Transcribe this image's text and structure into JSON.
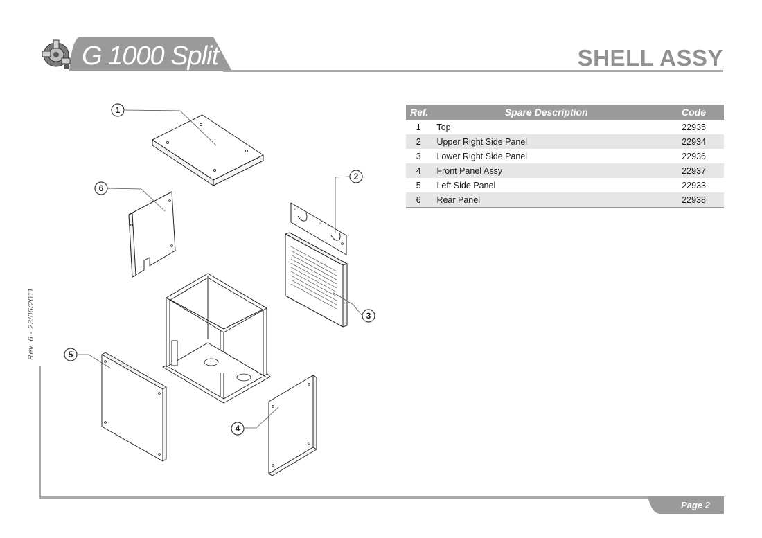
{
  "header": {
    "model": "G 1000 Split",
    "section": "SHELL ASSY"
  },
  "revision": "Rev. 6 - 23/06/2011",
  "table": {
    "headers": {
      "ref": "Ref.",
      "description": "Spare Description",
      "code": "Code"
    },
    "rows": [
      {
        "ref": "1",
        "description": "Top",
        "code": "22935"
      },
      {
        "ref": "2",
        "description": "Upper Right Side Panel",
        "code": "22934"
      },
      {
        "ref": "3",
        "description": "Lower Right Side Panel",
        "code": "22936"
      },
      {
        "ref": "4",
        "description": "Front Panel Assy",
        "code": "22937"
      },
      {
        "ref": "5",
        "description": "Left Side Panel",
        "code": "22933"
      },
      {
        "ref": "6",
        "description": "Rear Panel",
        "code": "22938"
      }
    ]
  },
  "callouts": [
    "1",
    "2",
    "3",
    "4",
    "5",
    "6"
  ],
  "footer": {
    "page": "Page 2"
  },
  "icons": {
    "logo": "spray-gun-icon"
  },
  "colors": {
    "accent_gray": "#9a9a9a",
    "row_alt": "#e6e6e6"
  }
}
